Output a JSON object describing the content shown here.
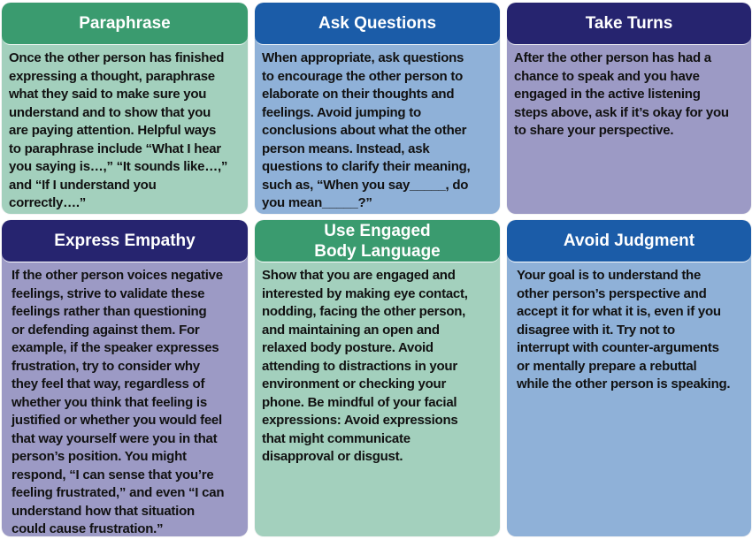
{
  "cards": [
    {
      "title": "Paraphrase",
      "lines": [
        "Once the other person has finished",
        "expressing a thought, paraphrase",
        "what they said to make sure you",
        "understand and to show that you",
        "are paying attention. Helpful ways",
        "to paraphrase include “What I hear",
        "you saying is…,” “It sounds like…,”",
        "and “If I understand you",
        "correctly….”"
      ]
    },
    {
      "title": "Ask Questions",
      "lines": [
        "When appropriate, ask questions",
        "to encourage the other person to",
        "elaborate on their thoughts and",
        "feelings. Avoid jumping to",
        "conclusions about what the other",
        "person means. Instead, ask",
        "questions to clarify their meaning,",
        "such as, “When you say_____, do",
        "you mean_____?”"
      ]
    },
    {
      "title": "Take Turns",
      "lines": [
        "After the other person has had a",
        "chance to speak and you have",
        "engaged in the active listening",
        "steps above, ask if it’s okay for you",
        "to share your perspective."
      ]
    },
    {
      "title": "Express Empathy",
      "lines": [
        "If the other person voices negative",
        "feelings, strive to validate these",
        "feelings rather than questioning",
        "or defending against them. For",
        "example, if the speaker expresses",
        "frustration, try to consider why",
        "they feel that way, regardless of",
        "whether you think that feeling is",
        "justified or whether you would feel",
        "that way yourself were you in that",
        "person’s position. You might",
        "respond, “I can sense that you’re",
        "feeling frustrated,” and even “I can",
        "understand how that situation",
        "could cause frustration.”"
      ]
    },
    {
      "title": "Use Engaged\nBody Language",
      "lines": [
        "Show that you are engaged and",
        "interested by making eye contact,",
        "nodding, facing the other person,",
        "and maintaining an open and",
        "relaxed body posture. Avoid",
        "attending to distractions in your",
        "environment or checking your",
        "phone. Be mindful of your facial",
        "expressions: Avoid expressions",
        "that might communicate",
        "disapproval or disgust."
      ]
    },
    {
      "title": "Avoid Judgment",
      "lines": [
        "Your goal is to understand the",
        "other person’s perspective and",
        "accept it for what it is, even if you",
        "disagree with it. Try not to",
        "interrupt with counter-arguments",
        "or mentally prepare a rebuttal",
        "while the other person is speaking."
      ]
    }
  ]
}
